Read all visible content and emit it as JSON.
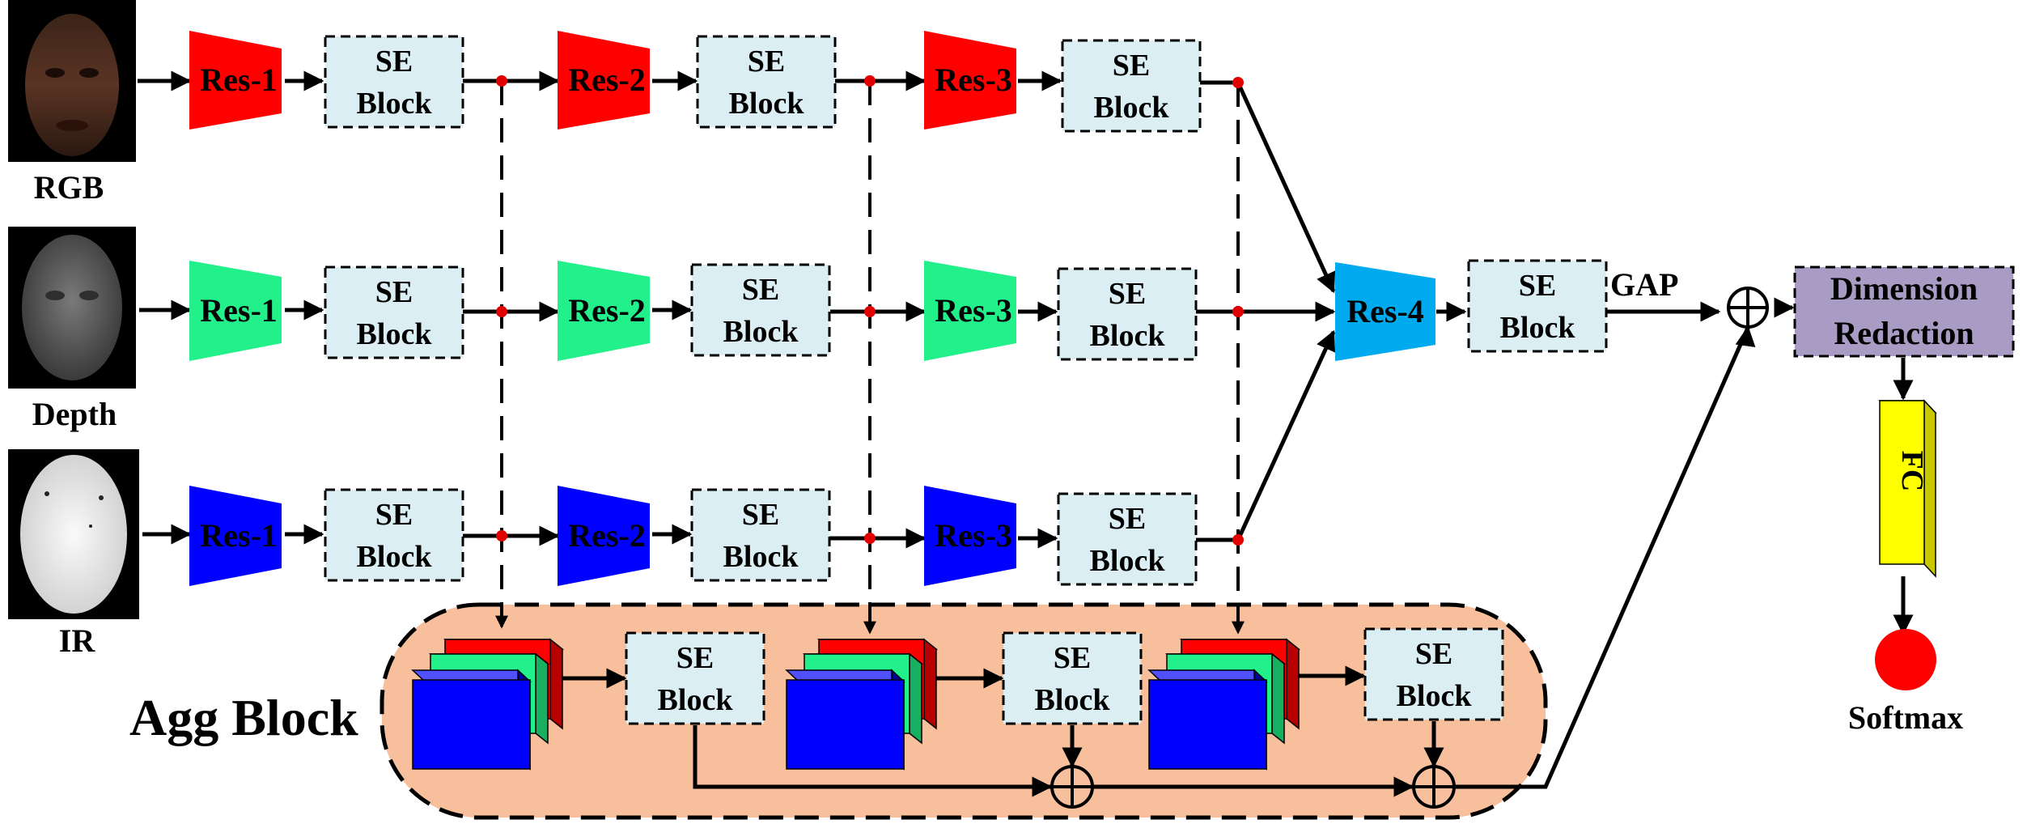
{
  "inputs": {
    "rgb_label": "RGB",
    "depth_label": "Depth",
    "ir_label": "IR"
  },
  "modules": {
    "res1": "Res-1",
    "res2": "Res-2",
    "res3": "Res-3",
    "res4": "Res-4",
    "se_line1": "SE",
    "se_line2": "Block",
    "gap": "GAP",
    "dim_line1": "Dimension",
    "dim_line2": "Redaction",
    "fc": "FC",
    "softmax": "Softmax",
    "agg_block": "Agg Block"
  },
  "colors": {
    "rgb_branch": "#ff0000",
    "depth_branch": "#22f08a",
    "ir_branch": "#0000ff",
    "res4": "#00aaee",
    "se_fill": "#daeef3",
    "agg_fill": "#f7bf9c",
    "dim_fill": "#a89cc4",
    "fc_fill": "#ffff00",
    "softmax_fill": "#ff0000"
  }
}
